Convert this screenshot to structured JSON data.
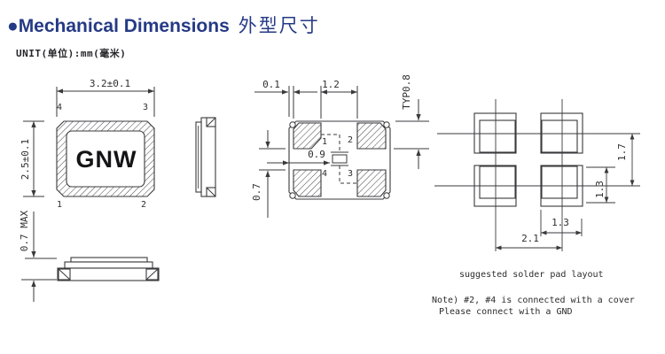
{
  "colors": {
    "accent": "#253a85",
    "line": "#3a3a3c"
  },
  "header": {
    "bullet": "●",
    "title_en": "Mechanical Dimensions",
    "title_cn": "外型尺寸",
    "unit_note": "UNIT(单位):mm(毫米)"
  },
  "top_view": {
    "marking": "GNW",
    "pins": {
      "tl": "4",
      "tr": "3",
      "bl": "1",
      "br": "2"
    },
    "dims": {
      "width": "3.2±0.1",
      "height": "2.5±0.1",
      "thickness": "0.7 MAX"
    }
  },
  "bottom_view": {
    "pads": {
      "tl": "1",
      "tr": "2",
      "bl": "4",
      "br": "3"
    },
    "dims": {
      "edge_gap": "0.1",
      "pad_gap_x": "1.2",
      "pad_typ": "TYP0.8",
      "inner": "0.9",
      "pad_gap_y": "0.7"
    }
  },
  "pad_layout": {
    "caption": "suggested solder pad layout",
    "dims": {
      "pitch_y": "1.7",
      "pad_h": "1.3",
      "pad_w": "1.3",
      "pitch_x": "2.1"
    }
  },
  "notes": {
    "line1": "Note) #2, #4 is connected with a cover",
    "line2": "Please connect with a GND"
  }
}
